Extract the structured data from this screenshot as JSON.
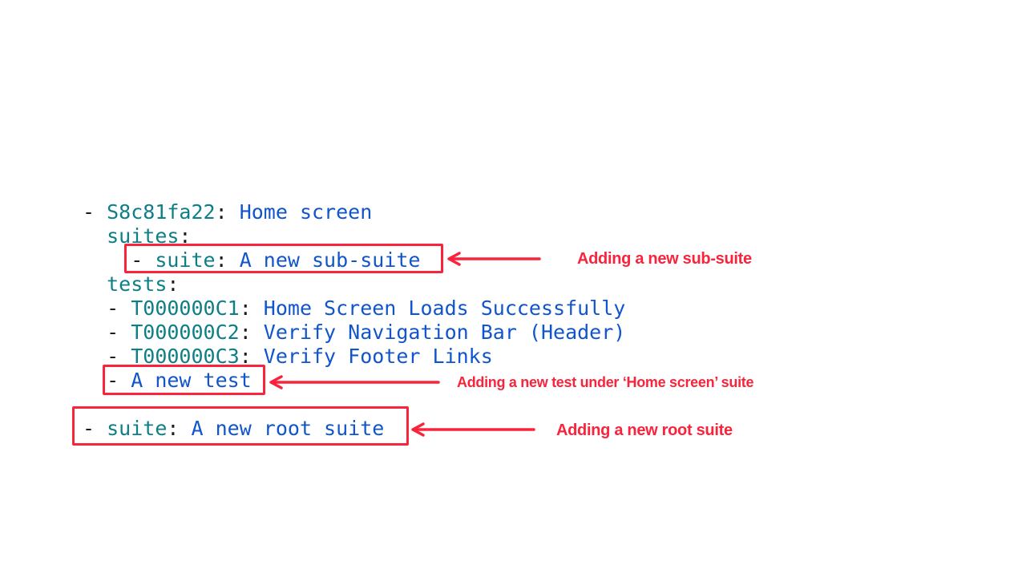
{
  "colors": {
    "key": "#0e7e87",
    "value": "#1155cc",
    "punct": "#1c1c1c",
    "annotation": "#f9243c",
    "background": "#ffffff"
  },
  "code": {
    "lines": [
      [
        {
          "t": "punct",
          "text": "- "
        },
        {
          "t": "key",
          "text": "S8c81fa22"
        },
        {
          "t": "punct",
          "text": ": "
        },
        {
          "t": "value",
          "text": "Home screen"
        }
      ],
      [
        {
          "t": "punct",
          "text": "  "
        },
        {
          "t": "key",
          "text": "suites"
        },
        {
          "t": "punct",
          "text": ":"
        }
      ],
      [
        {
          "t": "punct",
          "text": "    - "
        },
        {
          "t": "key",
          "text": "suite"
        },
        {
          "t": "punct",
          "text": ": "
        },
        {
          "t": "value",
          "text": "A new sub-suite"
        }
      ],
      [
        {
          "t": "punct",
          "text": "  "
        },
        {
          "t": "key",
          "text": "tests"
        },
        {
          "t": "punct",
          "text": ":"
        }
      ],
      [
        {
          "t": "punct",
          "text": "  - "
        },
        {
          "t": "key",
          "text": "T000000C1"
        },
        {
          "t": "punct",
          "text": ": "
        },
        {
          "t": "value",
          "text": "Home Screen Loads Successfully"
        }
      ],
      [
        {
          "t": "punct",
          "text": "  - "
        },
        {
          "t": "key",
          "text": "T000000C2"
        },
        {
          "t": "punct",
          "text": ": "
        },
        {
          "t": "value",
          "text": "Verify Navigation Bar (Header)"
        }
      ],
      [
        {
          "t": "punct",
          "text": "  - "
        },
        {
          "t": "key",
          "text": "T000000C3"
        },
        {
          "t": "punct",
          "text": ": "
        },
        {
          "t": "value",
          "text": "Verify Footer Links"
        }
      ],
      [
        {
          "t": "punct",
          "text": "  - "
        },
        {
          "t": "value",
          "text": "A new test"
        }
      ],
      [],
      [
        {
          "t": "punct",
          "text": "- "
        },
        {
          "t": "key",
          "text": "suite"
        },
        {
          "t": "punct",
          "text": ": "
        },
        {
          "t": "value",
          "text": "A new root suite"
        }
      ]
    ]
  },
  "annotations": [
    {
      "label": "Adding a new sub-suite"
    },
    {
      "label": "Adding a new test under ‘Home screen’ suite"
    },
    {
      "label": "Adding a new root suite"
    }
  ]
}
